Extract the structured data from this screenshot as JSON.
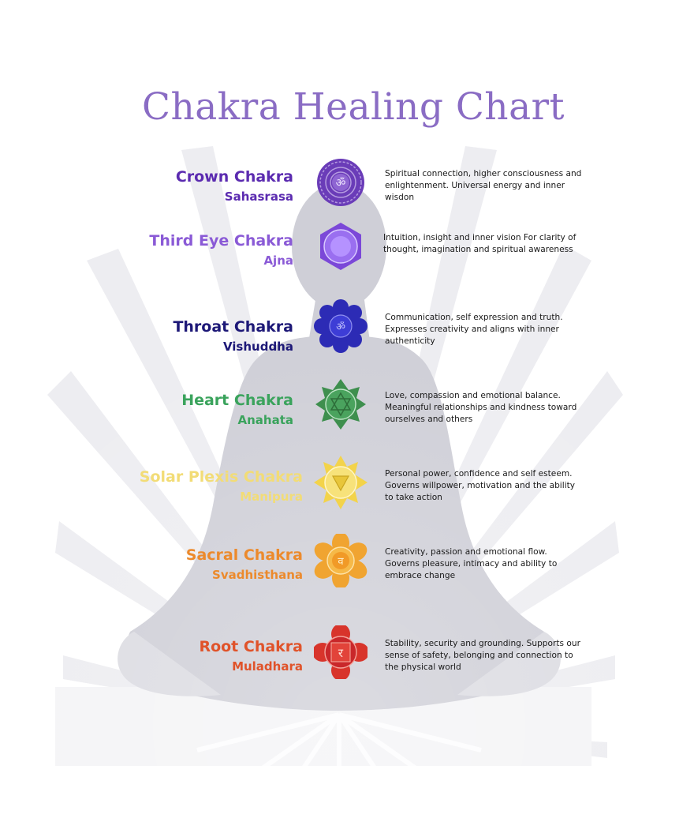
{
  "title": "Chakra Healing Chart",
  "chakras": [
    {
      "name": "Crown Chakra",
      "sanskrit": "Sahasrasa",
      "description": "Spiritual connection, higher consciousness and enlightenment.  Universal energy and inner wisdon",
      "color": "#5b2bb0",
      "icon": "crown-chakra-lotus-icon"
    },
    {
      "name": "Third Eye Chakra",
      "sanskrit": "Ajna",
      "description": "Intuition, insight and inner vision  For clarity of thought, imagination and spiritual awareness",
      "color": "#8a5ad6",
      "icon": "third-eye-chakra-lotus-icon"
    },
    {
      "name": "Throat Chakra",
      "sanskrit": "Vishuddha",
      "description": "Communication, self expression and truth. Expresses creativity and aligns with inner authenticity",
      "color": "#1d1877",
      "icon": "throat-chakra-lotus-icon"
    },
    {
      "name": "Heart Chakra",
      "sanskrit": "Anahata",
      "description": "Love, compassion and emotional balance. Meaningful relationships and kindness toward ourselves and others",
      "color": "#3aa35c",
      "icon": "heart-chakra-lotus-icon"
    },
    {
      "name": "Solar Plexis Chakra",
      "sanskrit": "Manipura",
      "description": "Personal power, confidence and self esteem. Governs willpower, motivation and the ability to take action",
      "color": "#f2dc76",
      "icon": "solar-plexus-chakra-lotus-icon"
    },
    {
      "name": "Sacral Chakra",
      "sanskrit": "Svadhisthana",
      "description": "Creativity, passion and emotional flow. Governs pleasure, intimacy and ability to embrace change",
      "color": "#ec8a2c",
      "icon": "sacral-chakra-lotus-icon"
    },
    {
      "name": "Root Chakra",
      "sanskrit": "Muladhara",
      "description": "Stability, security and grounding.  Supports our sense of safety, belonging and connection to the physical world",
      "color": "#e0532a",
      "icon": "root-chakra-lotus-icon"
    }
  ]
}
